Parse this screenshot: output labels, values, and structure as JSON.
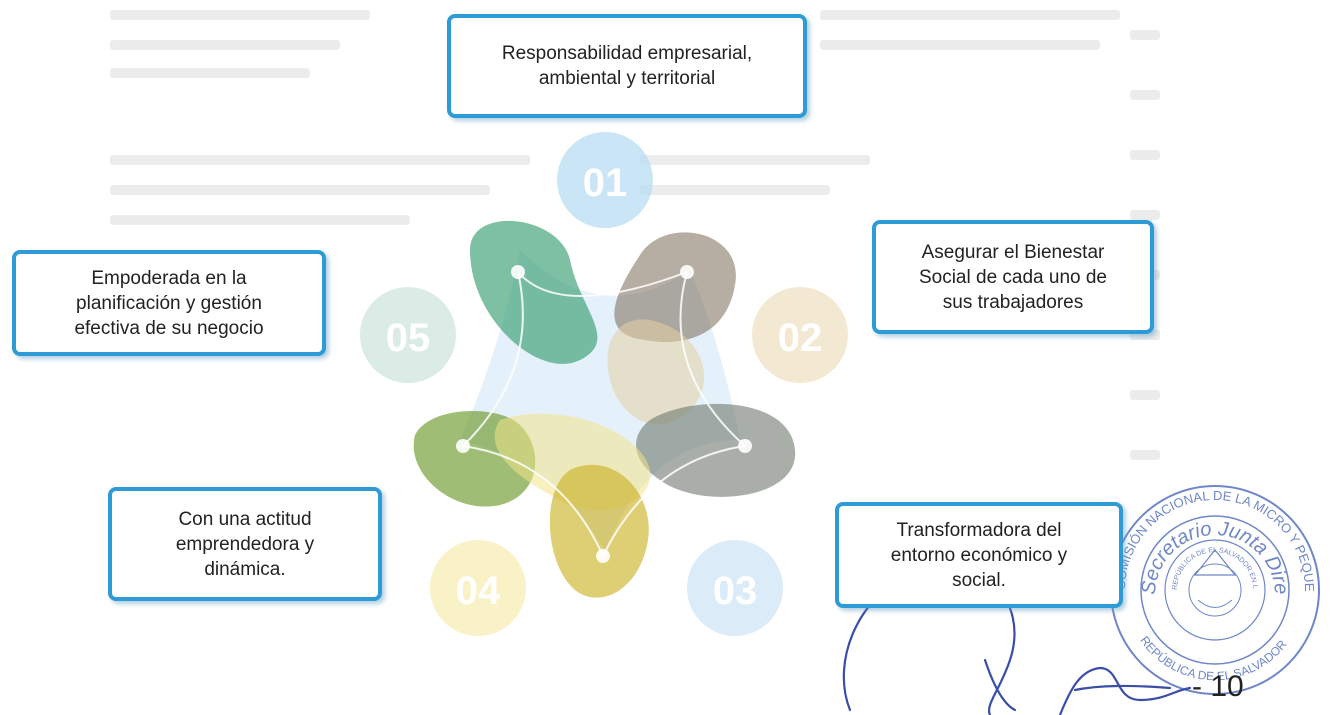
{
  "diagram": {
    "numbers": [
      "01",
      "02",
      "03",
      "04",
      "05"
    ],
    "boxes": {
      "top": "Responsabilidad empresarial,\nambiental y territorial",
      "right": "Asegurar el Bienestar\nSocial de cada uno de\nsus trabajadores",
      "bottom_right": "Transformadora del\nentorno económico y\nsocial.",
      "bottom_left": "Con una actitud\nemprendedora y\ndinámica.",
      "left": "Empoderada en la\nplanificación y gestión\nefectiva de su negocio"
    }
  },
  "stamp": {
    "outer_text": "COMISIÓN NACIONAL DE LA MICRO Y PEQUEÑA EMPRESA",
    "inner_text": "Secretario Junta Directiva",
    "bottom_text": "REPÚBLICA DE EL SALVADOR",
    "small_ring_text": "REPÚBLICA DE EL SALVADOR EN LA AMÉRICA CENTRAL"
  },
  "page": {
    "number": "10"
  }
}
